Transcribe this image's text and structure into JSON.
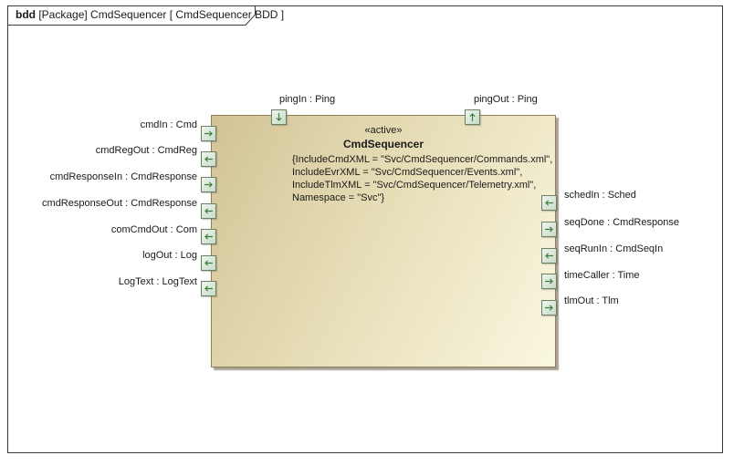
{
  "diagram": {
    "frame_title": {
      "keyword": "bdd",
      "text": "[Package] CmdSequencer [ CmdSequencer BDD ]"
    }
  },
  "block": {
    "stereotype": "«active»",
    "name": "CmdSequencer",
    "constraints": [
      "{IncludeCmdXML = \"Svc/CmdSequencer/Commands.xml\",",
      "IncludeEvrXML = \"Svc/CmdSequencer/Events.xml\",",
      "IncludeTlmXML = \"Svc/CmdSequencer/Telemetry.xml\",",
      "Namespace = \"Svc\"}"
    ]
  },
  "ports": {
    "top": [
      {
        "name": "pingIn",
        "label": "pingIn : Ping",
        "direction": "in",
        "icon": "arrow-down-icon"
      },
      {
        "name": "pingOut",
        "label": "pingOut : Ping",
        "direction": "out",
        "icon": "arrow-up-icon"
      }
    ],
    "left": [
      {
        "name": "cmdIn",
        "label": "cmdIn : Cmd",
        "direction": "in",
        "icon": "arrow-right-icon"
      },
      {
        "name": "cmdRegOut",
        "label": "cmdRegOut : CmdReg",
        "direction": "out",
        "icon": "arrow-left-icon"
      },
      {
        "name": "cmdResponseIn",
        "label": "cmdResponseIn : CmdResponse",
        "direction": "in",
        "icon": "arrow-right-icon"
      },
      {
        "name": "cmdResponseOut",
        "label": "cmdResponseOut : CmdResponse",
        "direction": "out",
        "icon": "arrow-left-icon"
      },
      {
        "name": "comCmdOut",
        "label": "comCmdOut : Com",
        "direction": "out",
        "icon": "arrow-left-icon"
      },
      {
        "name": "logOut",
        "label": "logOut : Log",
        "direction": "out",
        "icon": "arrow-left-icon"
      },
      {
        "name": "LogText",
        "label": "LogText : LogText",
        "direction": "out",
        "icon": "arrow-left-icon"
      }
    ],
    "right": [
      {
        "name": "schedIn",
        "label": "schedIn : Sched",
        "direction": "in",
        "icon": "arrow-left-icon"
      },
      {
        "name": "seqDone",
        "label": "seqDone : CmdResponse",
        "direction": "out",
        "icon": "arrow-right-icon"
      },
      {
        "name": "seqRunIn",
        "label": "seqRunIn : CmdSeqIn",
        "direction": "in",
        "icon": "arrow-left-icon"
      },
      {
        "name": "timeCaller",
        "label": "timeCaller : Time",
        "direction": "out",
        "icon": "arrow-right-icon"
      },
      {
        "name": "tlmOut",
        "label": "tlmOut : Tlm",
        "direction": "out",
        "icon": "arrow-right-icon"
      }
    ]
  },
  "colors": {
    "block_fill_start": "#d2c396",
    "block_fill_end": "#faf7e0",
    "block_border": "#8e7d57",
    "port_fill_start": "#eef5ee",
    "port_fill_end": "#c7dbc7",
    "port_border": "#6e8063",
    "port_arrow": "#3e7d3e",
    "frame_border": "#3b3b3b"
  }
}
